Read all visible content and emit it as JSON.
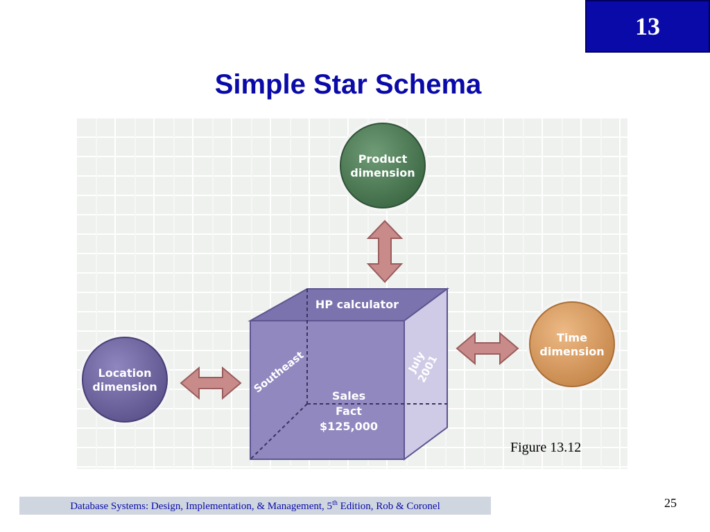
{
  "header": {
    "chapter_number": "13",
    "title": "Simple Star Schema"
  },
  "diagram": {
    "product_dimension": {
      "line1": "Product",
      "line2": "dimension"
    },
    "time_dimension": {
      "line1": "Time",
      "line2": "dimension"
    },
    "location_dimension": {
      "line1": "Location",
      "line2": "dimension"
    },
    "fact_cube": {
      "top_label": "HP calculator",
      "side_label": "Southeast",
      "right_label_line1": "July",
      "right_label_line2": "2001",
      "center_line1": "Sales",
      "center_line2": "Fact",
      "center_line3": "$125,000"
    },
    "colors": {
      "product": "#4a7a52",
      "time": "#dfa064",
      "location": "#7468a4",
      "cube": "#9a92c4",
      "arrow": "#c98a8a"
    }
  },
  "caption": "Figure 13.12",
  "footer": {
    "text_before_sup": "Database Systems: Design, Implementation, & Management, 5",
    "sup": "th",
    "text_after_sup": " Edition, Rob & Coronel",
    "page_number": "25"
  }
}
